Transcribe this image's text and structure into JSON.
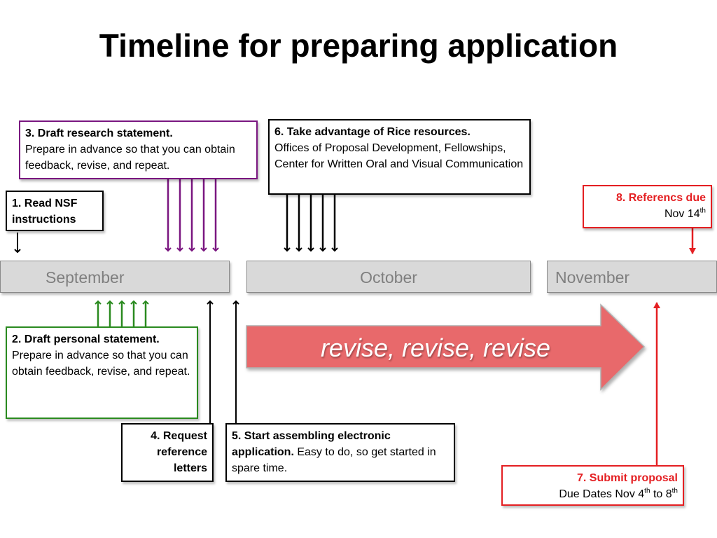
{
  "title": "Timeline for preparing application",
  "months": {
    "september": "September",
    "october": "October",
    "november": "November"
  },
  "colors": {
    "purple": "#7a1680",
    "green": "#2a8a1f",
    "red": "#e41f22",
    "revise_fill": "#e8696b"
  },
  "steps": {
    "s1": {
      "bold": "1. Read NSF instructions",
      "text": ""
    },
    "s2": {
      "bold": "2. Draft personal statement.",
      "text": " Prepare in advance so that you can obtain feedback, revise, and repeat."
    },
    "s3": {
      "bold": "3. Draft research statement.",
      "text": "Prepare in advance so that you can obtain feedback, revise, and repeat."
    },
    "s4": {
      "bold": "4. Request reference letters",
      "text": ""
    },
    "s5": {
      "bold": "5. Start assembling electronic application.",
      "text": " Easy to do, so get started in spare time."
    },
    "s6": {
      "bold": "6. Take advantage of Rice resources.",
      "text": "Offices of Proposal Development, Fellowships, Center for Written Oral and Visual Communication"
    },
    "s7": {
      "bold": "7. Submit proposal",
      "text_a": "Due Dates Nov 4",
      "sup_a": "th",
      "text_b": " to 8",
      "sup_b": "th"
    },
    "s8": {
      "bold": "8. Referencs due",
      "text_a": "Nov 14",
      "sup_a": "th"
    }
  },
  "revise_label": "revise, revise, revise"
}
